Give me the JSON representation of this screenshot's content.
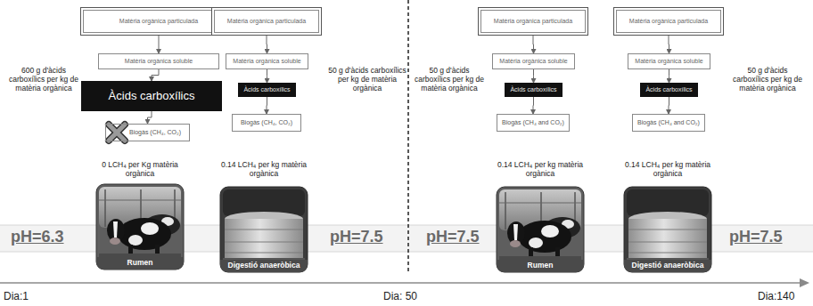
{
  "diagram": {
    "nodes": [
      {
        "text": [
          "Matèria orgànica particulada"
        ]
      },
      {
        "text": [
          "Matèria orgànica soluble"
        ]
      },
      {
        "text": [
          "Àcids carboxílics"
        ]
      },
      {
        "text": [
          "Biogàs (CH₄, CO₂)"
        ]
      },
      {
        "text": [
          "Rumen"
        ]
      },
      {
        "text": [
          "Matèria orgànica particulada"
        ]
      },
      {
        "text": [
          "Matèria orgànica soluble"
        ]
      },
      {
        "text": [
          "Àcids carboxílics"
        ]
      },
      {
        "text": [
          "Biogàs (CH₄, CO₂)"
        ]
      },
      {
        "text": [
          "Digestió anaeròbica"
        ]
      },
      {
        "text": [
          "Matèria orgànica particulada"
        ]
      },
      {
        "text": [
          "Matèria orgànica soluble"
        ]
      },
      {
        "text": [
          "Àcids carboxílics"
        ]
      },
      {
        "text": [
          "Biogàs (CH₄ and CO₂)"
        ]
      },
      {
        "text": [
          "Rumen"
        ]
      },
      {
        "text": [
          "Matèria orgànica particulada"
        ]
      },
      {
        "text": [
          "Matèria orgànica soluble"
        ]
      },
      {
        "text": [
          "Àcids carboxílics"
        ]
      },
      {
        "text": [
          "Biogàs (CH₄ and CO₂)"
        ]
      },
      {
        "text": [
          "Digestió anaeròbica"
        ]
      }
    ],
    "edges": [
      {
        "from": 0,
        "to": 1,
        "arrow": "to"
      },
      {
        "from": 1,
        "to": 2,
        "arrow": "to"
      },
      {
        "from": 2,
        "to": 3,
        "arrow": "to"
      },
      {
        "from": 5,
        "to": 6,
        "arrow": "to"
      },
      {
        "from": 6,
        "to": 7,
        "arrow": "to"
      },
      {
        "from": 7,
        "to": 8,
        "arrow": "to"
      },
      {
        "from": 10,
        "to": 11,
        "arrow": "to"
      },
      {
        "from": 11,
        "to": 12,
        "arrow": "to"
      },
      {
        "from": 12,
        "to": 13,
        "arrow": "to"
      },
      {
        "from": 15,
        "to": 16,
        "arrow": "to"
      },
      {
        "from": 16,
        "to": 17,
        "arrow": "to"
      },
      {
        "from": 17,
        "to": 18,
        "arrow": "to"
      }
    ],
    "labels": [
      "600 g d'àcids carboxílics per kg de matèria orgànica",
      "50 g d'àcids carboxílics per kg de matèria orgànica",
      "0 LCH₄ per Kg matèria orgànica",
      "0.14 LCH₄ per kg matèria orgànica",
      "pH=6.3",
      "pH=7.5",
      "50 g d'àcids carboxílics per kg de matèria orgànica",
      "50 g d'àcids carboxílics per kg de matèria orgànica",
      "0.14 LCH₄ per kg matèria orgànica",
      "0.14 LCH₄ per kg matèria orgànica",
      "pH=7.5",
      "pH=7.5",
      "Dia:1",
      "Dia: 50",
      "Dia:140"
    ]
  }
}
